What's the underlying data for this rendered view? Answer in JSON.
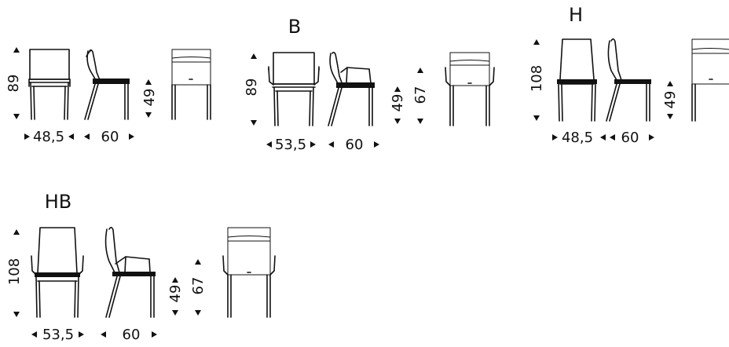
{
  "variants": [
    {
      "code": "",
      "dims": {
        "height": "89",
        "seat": "49",
        "width": "48,5",
        "depth": "60"
      }
    },
    {
      "code": "B",
      "dims": {
        "height": "89",
        "seat": "49",
        "armrest": "67",
        "width": "53,5",
        "depth": "60"
      }
    },
    {
      "code": "H",
      "dims": {
        "height": "108",
        "seat": "49",
        "width": "48,5",
        "depth": "60"
      }
    },
    {
      "code": "HB",
      "dims": {
        "height": "108",
        "seat": "49",
        "armrest": "67",
        "width": "53,5",
        "depth": "60"
      }
    }
  ]
}
